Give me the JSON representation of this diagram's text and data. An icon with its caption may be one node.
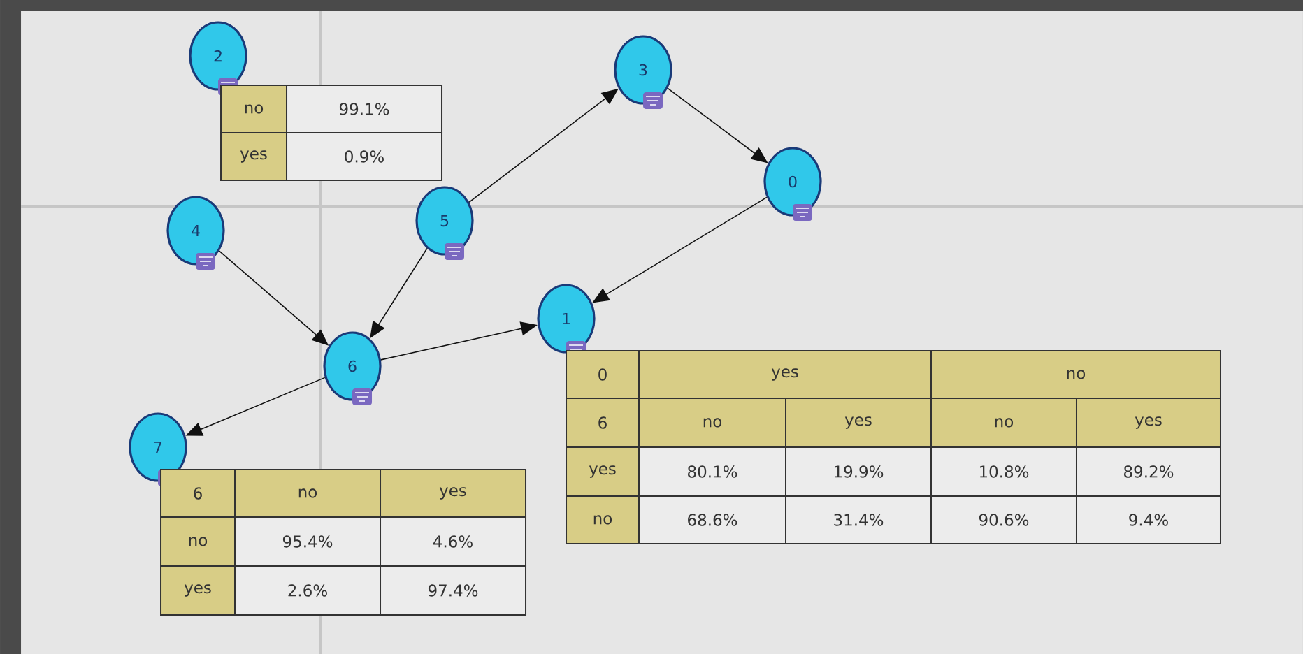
{
  "diagram": {
    "nodes": [
      {
        "text": [
          "2"
        ]
      },
      {
        "text": [
          "3"
        ]
      },
      {
        "text": [
          "0"
        ]
      },
      {
        "text": [
          "4"
        ]
      },
      {
        "text": [
          "5"
        ]
      },
      {
        "text": [
          "1"
        ]
      },
      {
        "text": [
          "6"
        ]
      },
      {
        "text": [
          "7"
        ]
      }
    ],
    "edges": [
      {
        "from": 4,
        "to": 1,
        "arrow": "to"
      },
      {
        "from": 1,
        "to": 2,
        "arrow": "to"
      },
      {
        "from": 2,
        "to": 5,
        "arrow": "to"
      },
      {
        "from": 3,
        "to": 6,
        "arrow": "to"
      },
      {
        "from": 4,
        "to": 6,
        "arrow": "to"
      },
      {
        "from": 6,
        "to": 5,
        "arrow": "to"
      },
      {
        "from": 6,
        "to": 7,
        "arrow": "to"
      }
    ],
    "labels": [
      "no",
      "99.1%",
      "yes",
      "0.9%",
      "0",
      "yes",
      "no",
      "6",
      "no",
      "yes",
      "no",
      "yes",
      "yes",
      "80.1%",
      "19.9%",
      "10.8%",
      "89.2%",
      "no",
      "68.6%",
      "31.4%",
      "90.6%",
      "9.4%",
      "6",
      "no",
      "yes",
      "no",
      "95.4%",
      "4.6%",
      "yes",
      "2.6%",
      "97.4%"
    ]
  }
}
